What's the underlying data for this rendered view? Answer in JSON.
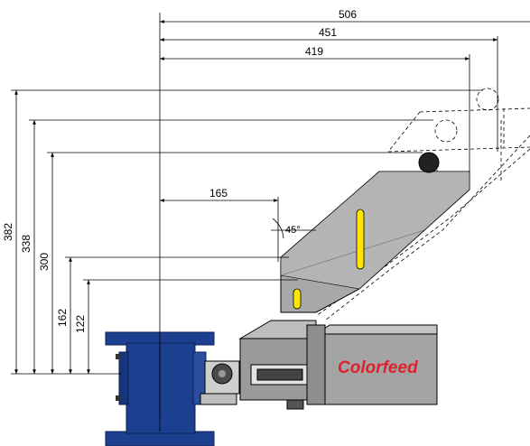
{
  "dimensions": {
    "horizontal": [
      "506",
      "451",
      "419",
      "165"
    ],
    "vertical": [
      "382",
      "338",
      "300",
      "162",
      "122"
    ],
    "angle": "45°"
  },
  "brand": {
    "label": "Colorfeed",
    "color": "#e0202a"
  },
  "colors": {
    "flange_blue": "#1c3f8f",
    "body_gray": "#a4a4a4",
    "slot_yellow": "#ffe600",
    "line_black": "#000000"
  }
}
